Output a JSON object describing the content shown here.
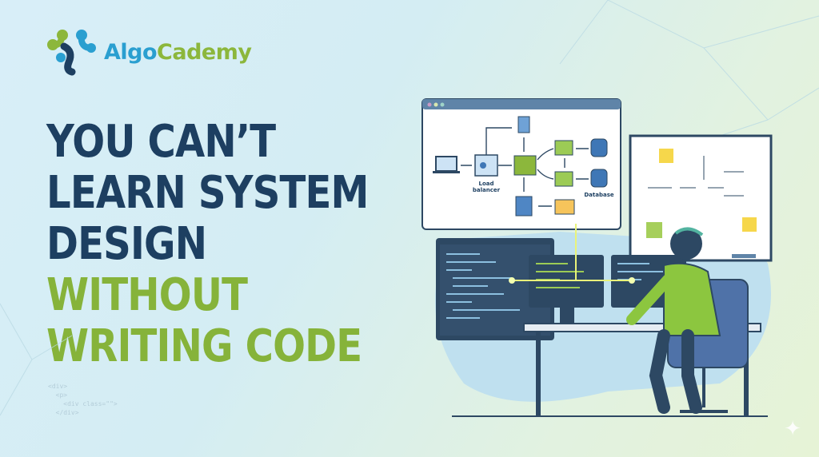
{
  "brand": {
    "name_part1": "Algo",
    "name_part2": "Cademy",
    "logo_icon": "molecule-logo-icon"
  },
  "headline": {
    "lines_primary": [
      "YOU CAN’T",
      "LEARN SYSTEM",
      "DESIGN"
    ],
    "lines_accent": [
      "WITHOUT",
      "WRITING CODE"
    ]
  },
  "diagram": {
    "load_balancer_label_1": "Load",
    "load_balancer_label_2": "balancer",
    "database_label": "Database"
  },
  "colors": {
    "navy": "#1d3f61",
    "green": "#86b33a",
    "blue": "#2a9fd0"
  }
}
